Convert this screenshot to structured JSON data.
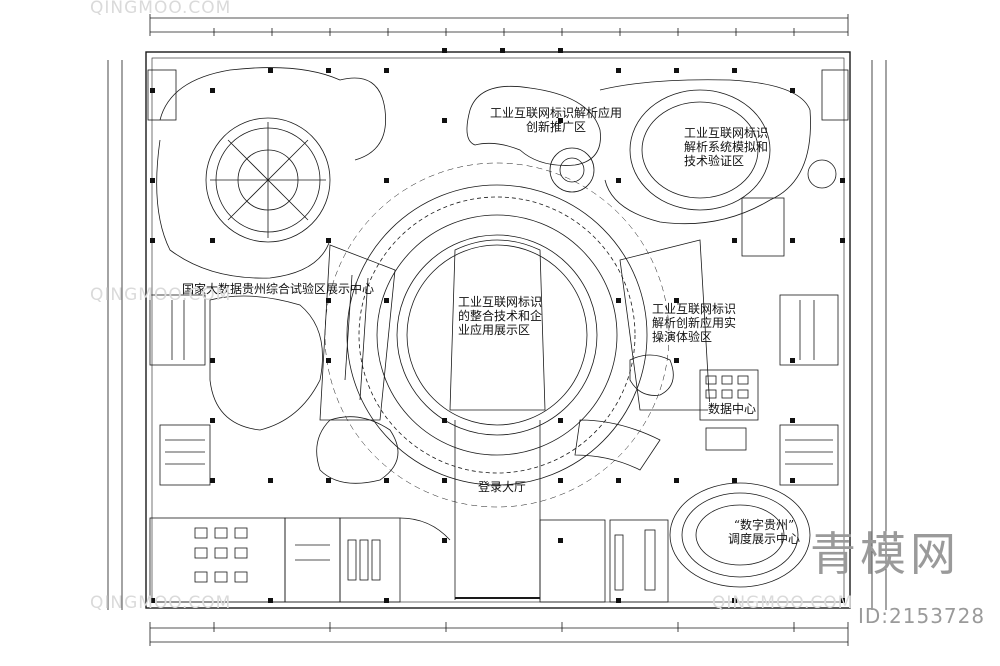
{
  "zones": {
    "big_data": "国家大数据贵州综合试验区展示中心",
    "app_promo": "工业互联网标识解析应用\n创新推广区",
    "sys_sim": "工业互联网标识\n解析系统模拟和\n技术验证区",
    "integration": "工业互联网标识\n的整合技术和企\n业应用展示区",
    "experience": "工业互联网标识\n解析创新应用实\n操演体验区",
    "data_center": "数据中心",
    "lobby": "登录大厅",
    "dispatch": "“数字贵州”\n调度展示中心"
  },
  "watermark": {
    "brand": "青模网",
    "id": "ID:2153728",
    "small": "QINGMOO.COM"
  },
  "colors": {
    "line": "#1a1a1a",
    "dim": "#333333",
    "watermark": "#9a9a9a"
  }
}
